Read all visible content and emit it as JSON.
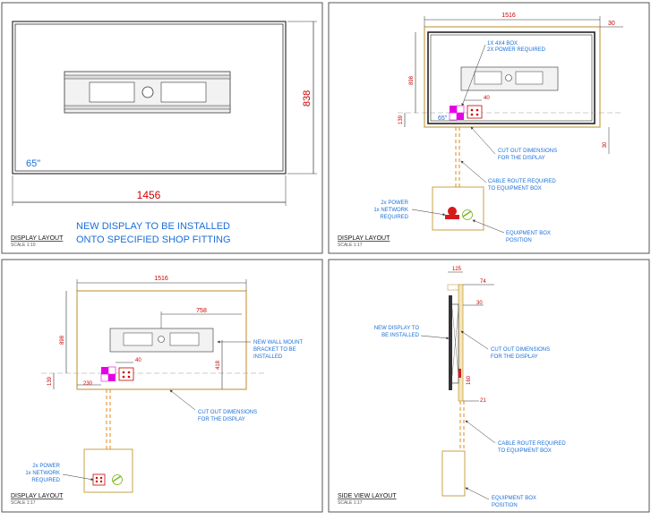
{
  "colors": {
    "frame": "#555555",
    "dim_red": "#cc0000",
    "annot_blue": "#1a6fd9",
    "cutout": "#c8a14a",
    "magenta": "#e600e6",
    "orange": "#e08a1e"
  },
  "panel_tl": {
    "width_dim": "1456",
    "height_dim": "838",
    "size_label": "65\"",
    "note_line1": "NEW DISPLAY TO BE INSTALLED",
    "note_line2": "ONTO SPECIFIED SHOP FITTING",
    "title": "DISPLAY LAYOUT",
    "scale": "SCALE 1:10"
  },
  "panel_tr": {
    "width_dim": "1516",
    "top_offset": "30",
    "height_dim": "898",
    "bottom_offset": "30",
    "left_dim": "139",
    "socket_gap": "40",
    "size_label": "65\"",
    "box_note_1": "1X 4X4 BOX",
    "box_note_2": "2X POWER REQUIRED",
    "cutout_note_1": "CUT OUT DIMENSIONS",
    "cutout_note_2": "FOR THE DISPLAY",
    "cable_note_1": "CABLE ROUTE REQUIRED",
    "cable_note_2": "TO EQUIPMENT BOX",
    "power_note_1": "2x POWER",
    "power_note_2": "1x NETWORK",
    "power_note_3": "REQUIRED",
    "equip_note_1": "EQUIPMENT BOX",
    "equip_note_2": "POSITION",
    "title": "DISPLAY LAYOUT",
    "scale": "SCALE 1:17"
  },
  "panel_bl": {
    "width_dim": "1516",
    "bracket_dim": "758",
    "height_dim": "898",
    "right_dim": "418",
    "left_dim": "139",
    "bottom_dim": "230",
    "socket_gap": "40",
    "bracket_note_1": "NEW WALL MOUNT",
    "bracket_note_2": "BRACKET TO BE",
    "bracket_note_3": "INSTALLED",
    "cutout_note_1": "CUT OUT DIMENSIONS",
    "cutout_note_2": "FOR THE DISPLAY",
    "power_note_1": "2x POWER",
    "power_note_2": "1x NETWORK",
    "power_note_3": "REQUIRED",
    "title": "DISPLAY LAYOUT",
    "scale": "SCALE 1:17"
  },
  "panel_br": {
    "depth_dim": "125",
    "offset_dim": "74",
    "gap_dim": "30",
    "vert_dim": "160",
    "bottom_dim": "21",
    "display_note_1": "NEW DISPLAY TO",
    "display_note_2": "BE INSTALLED",
    "cutout_note_1": "CUT OUT DIMENSIONS",
    "cutout_note_2": "FOR THE DISPLAY",
    "cable_note_1": "CABLE ROUTE REQUIRED",
    "cable_note_2": "TO EQUIPMENT BOX",
    "equip_note_1": "EQUIPMENT BOX",
    "equip_note_2": "POSITION",
    "title": "SIDE VIEW LAYOUT",
    "scale": "SCALE 1:17"
  }
}
